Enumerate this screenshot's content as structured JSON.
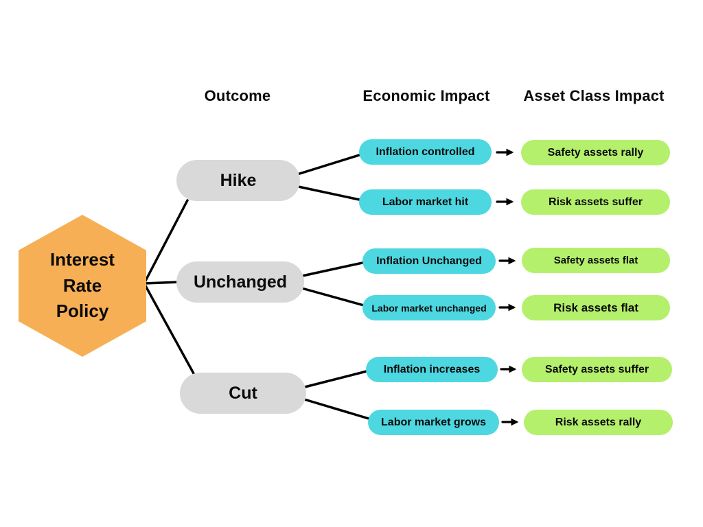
{
  "colors": {
    "root": "#F7AF55",
    "outcome": "#D9D9D9",
    "economic": "#4DD7E0",
    "asset": "#B4F06C",
    "stroke": "#000000"
  },
  "headers": {
    "outcome": "Outcome",
    "economic": "Economic Impact",
    "asset": "Asset Class Impact"
  },
  "root": {
    "label": "Interest\nRate\nPolicy"
  },
  "branches": [
    {
      "outcome": "Hike",
      "paths": [
        {
          "economic": "Inflation controlled",
          "asset": "Safety assets rally"
        },
        {
          "economic": "Labor market hit",
          "asset": "Risk assets suffer"
        }
      ]
    },
    {
      "outcome": "Unchanged",
      "paths": [
        {
          "economic": "Inflation Unchanged",
          "asset": "Safety assets flat"
        },
        {
          "economic": "Labor market unchanged",
          "asset": "Risk assets flat"
        }
      ]
    },
    {
      "outcome": "Cut",
      "paths": [
        {
          "economic": "Inflation increases",
          "asset": "Safety assets suffer"
        },
        {
          "economic": "Labor market grows",
          "asset": "Risk assets rally"
        }
      ]
    }
  ]
}
